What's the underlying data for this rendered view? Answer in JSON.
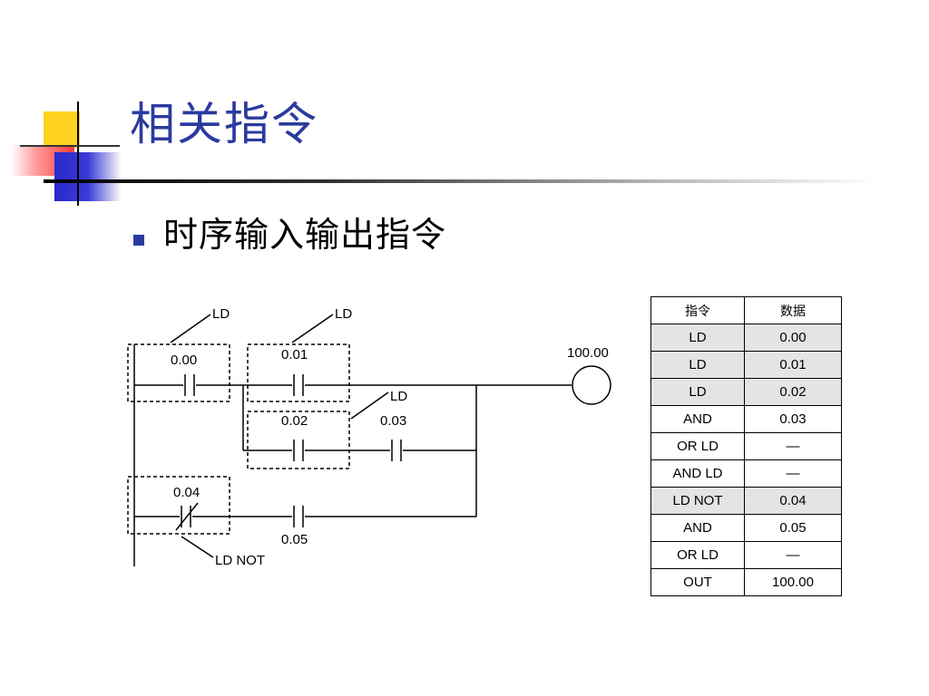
{
  "slide": {
    "title": "相关指令",
    "bullet": "时序输入输出指令"
  },
  "colors": {
    "title": "#2b3a9e",
    "bullet_marker": "#2b3a9e",
    "deco_yellow": "#ffd21f",
    "deco_red": "#ff4a4a",
    "deco_blue": "#3333cc"
  },
  "ladder": {
    "contacts": [
      "0.00",
      "0.01",
      "0.02",
      "0.03",
      "0.04",
      "0.05"
    ],
    "output": "100.00",
    "callouts": [
      "LD",
      "LD",
      "LD",
      "LD NOT"
    ]
  },
  "table": {
    "headers": [
      "指令",
      "数据"
    ],
    "rows": [
      {
        "instr": "LD",
        "data": "0.00",
        "shaded": true
      },
      {
        "instr": "LD",
        "data": "0.01",
        "shaded": true
      },
      {
        "instr": "LD",
        "data": "0.02",
        "shaded": true
      },
      {
        "instr": "AND",
        "data": "0.03",
        "shaded": false
      },
      {
        "instr": "OR  LD",
        "data": "—",
        "shaded": false
      },
      {
        "instr": "AND  LD",
        "data": "—",
        "shaded": false
      },
      {
        "instr": "LD  NOT",
        "data": "0.04",
        "shaded": true
      },
      {
        "instr": "AND",
        "data": "0.05",
        "shaded": false
      },
      {
        "instr": "OR  LD",
        "data": "—",
        "shaded": false
      },
      {
        "instr": "OUT",
        "data": "100.00",
        "shaded": false
      }
    ]
  }
}
